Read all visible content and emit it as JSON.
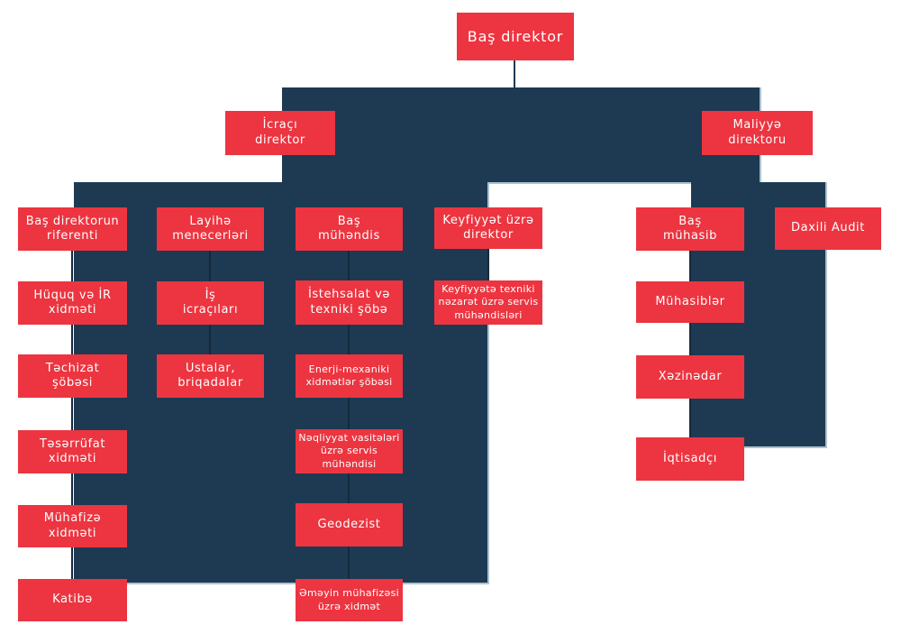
{
  "colors": {
    "node_red": "#EC3540",
    "navy_band": "#1D3A52",
    "band_edge_light": "#AEC2D0",
    "connector_dark": "#16293C",
    "node_text": "#FFFFFF"
  },
  "chart": {
    "root": "Baş direktor",
    "branch_executive": "İcraçı\ndirektor",
    "branch_finance": "Maliyyə\ndirektoru",
    "col1": [
      "Baş direktorun\nriferenti",
      "Hüquq və İR\nxidməti",
      "Təchizat\nşöbəsi",
      "Təsərrüfat\nxidməti",
      "Mühafizə\nxidməti",
      "Katibə"
    ],
    "col2": [
      "Layihə\nmenecerləri",
      "İş\nicraçıları",
      "Ustalar,\nbriqadalar"
    ],
    "col3": [
      "Baş\nmühəndis",
      "İstehsalat və\ntexniki şöbə",
      "Enerji-mexaniki\nxidmətlər şöbəsi",
      "Nəqliyyat vasitələri\nüzrə servis\nmühəndisi",
      "Geodezist",
      "Əməyin mühafizəsi\nüzrə xidmət"
    ],
    "col4": [
      "Keyfiyyət üzrə\ndirektor",
      "Keyfiyyətə texniki\nnəzarət üzrə servis\nmühəndisləri"
    ],
    "col5": [
      "Baş\nmühasib",
      "Mühasiblər",
      "Xəzinədar",
      "İqtisadçı"
    ],
    "col6": [
      "Daxili Audit"
    ]
  }
}
